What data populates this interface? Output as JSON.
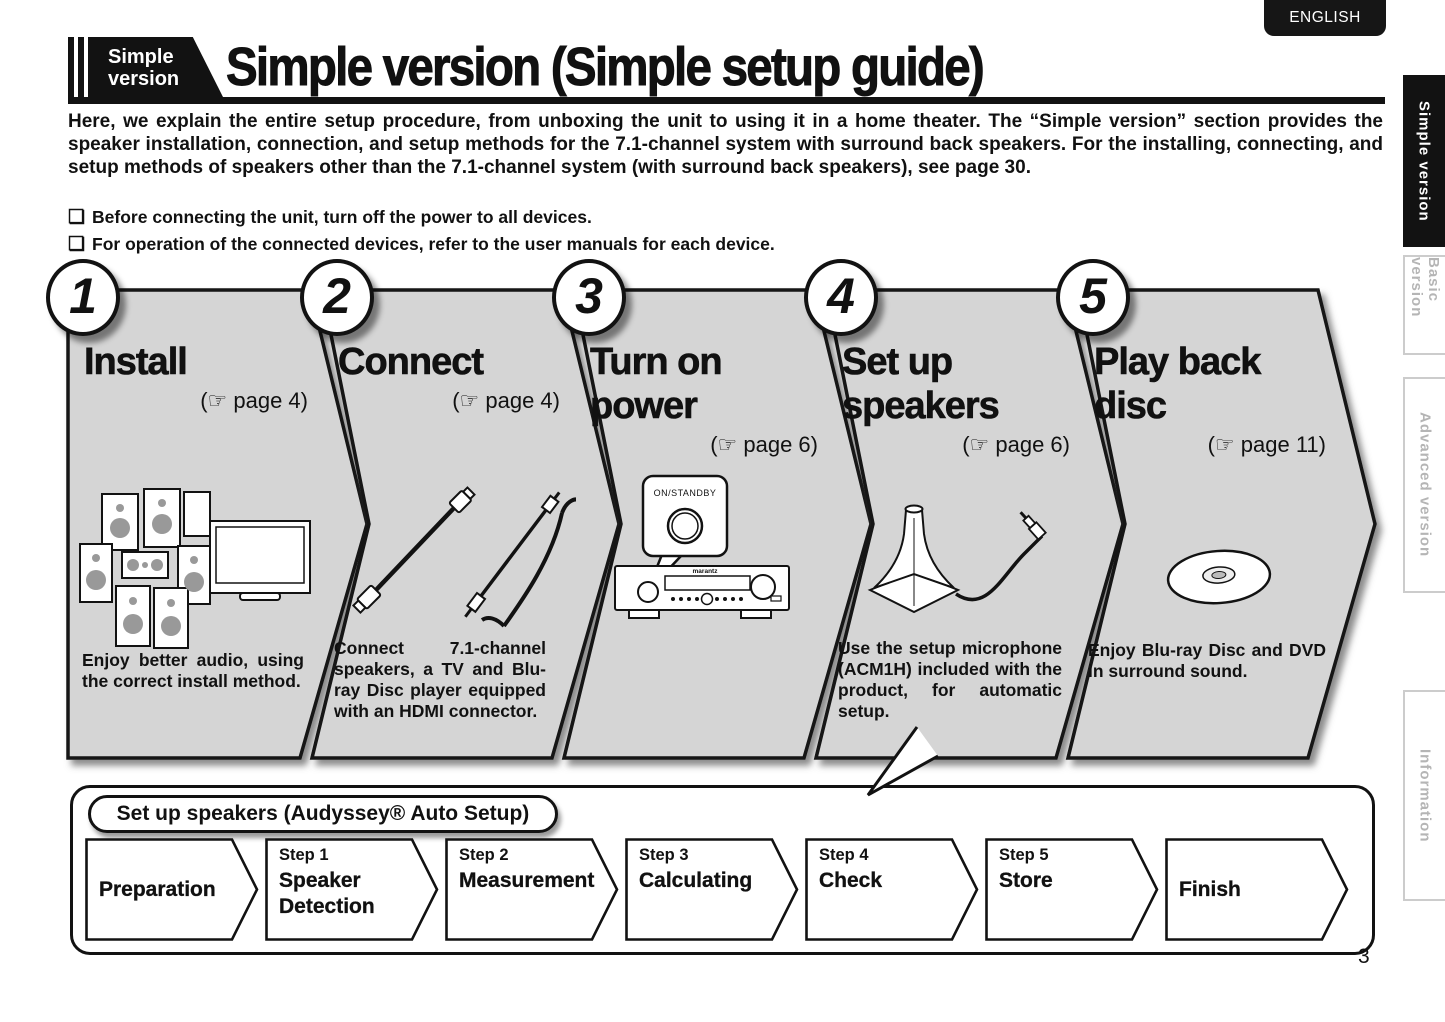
{
  "page": {
    "language_badge": "ENGLISH",
    "page_number": "3"
  },
  "colors": {
    "ink": "#111111",
    "panel_fill": "#d5d5d5",
    "tab_inactive_text": "#b5b5b5"
  },
  "sidebar": {
    "tabs": [
      {
        "label": "Simple version",
        "active": true
      },
      {
        "label": "Basic version",
        "active": false
      },
      {
        "label": "Advanced version",
        "active": false
      },
      {
        "label": "Information",
        "active": false
      }
    ]
  },
  "header": {
    "badge_line1": "Simple",
    "badge_line2": "version",
    "title": "Simple version (Simple setup guide)"
  },
  "intro": {
    "paragraph": "Here, we explain the entire setup procedure, from unboxing the unit to using it in a home theater. The “Simple version” section provides the speaker installation, connection, and setup methods for the 7.1-channel system with surround back speakers. For the installing, connecting, and setup methods of speakers other than the 7.1-channel system (with surround back speakers), see page 30.",
    "bullet_glyph": "❏",
    "bullets": [
      "Before connecting the unit, turn off the power to all devices.",
      "For operation of the connected devices, refer to the user manuals for each device."
    ]
  },
  "steps": [
    {
      "number": "1",
      "title": "Install",
      "page_ref": "(☞ page 4)",
      "description": "Enjoy better audio, using the correct install method."
    },
    {
      "number": "2",
      "title": "Connect",
      "page_ref": "(☞ page 4)",
      "description": "Connect 7.1-channel speakers, a TV and Blu-ray Disc player equipped with an HDMI connector."
    },
    {
      "number": "3",
      "title": "Turn on power",
      "page_ref": "(☞ page 6)",
      "description": "",
      "callout_label": "ON/STANDBY",
      "receiver_brand": "marantz"
    },
    {
      "number": "4",
      "title": "Set up speakers",
      "page_ref": "(☞ page 6)",
      "description": "Use the setup microphone (ACM1H) included with the product, for automatic setup."
    },
    {
      "number": "5",
      "title": "Play back disc",
      "page_ref": "(☞ page 11)",
      "description": "Enjoy Blu-ray Disc and DVD in surround sound."
    }
  ],
  "audyssey": {
    "title": "Set up speakers (Audyssey® Auto Setup)",
    "flow": [
      {
        "name": "Preparation"
      },
      {
        "step": "Step 1",
        "name": "Speaker Detection"
      },
      {
        "step": "Step 2",
        "name": "Measurement"
      },
      {
        "step": "Step 3",
        "name": "Calculating"
      },
      {
        "step": "Step 4",
        "name": "Check"
      },
      {
        "step": "Step 5",
        "name": "Store"
      },
      {
        "name": "Finish"
      }
    ]
  }
}
